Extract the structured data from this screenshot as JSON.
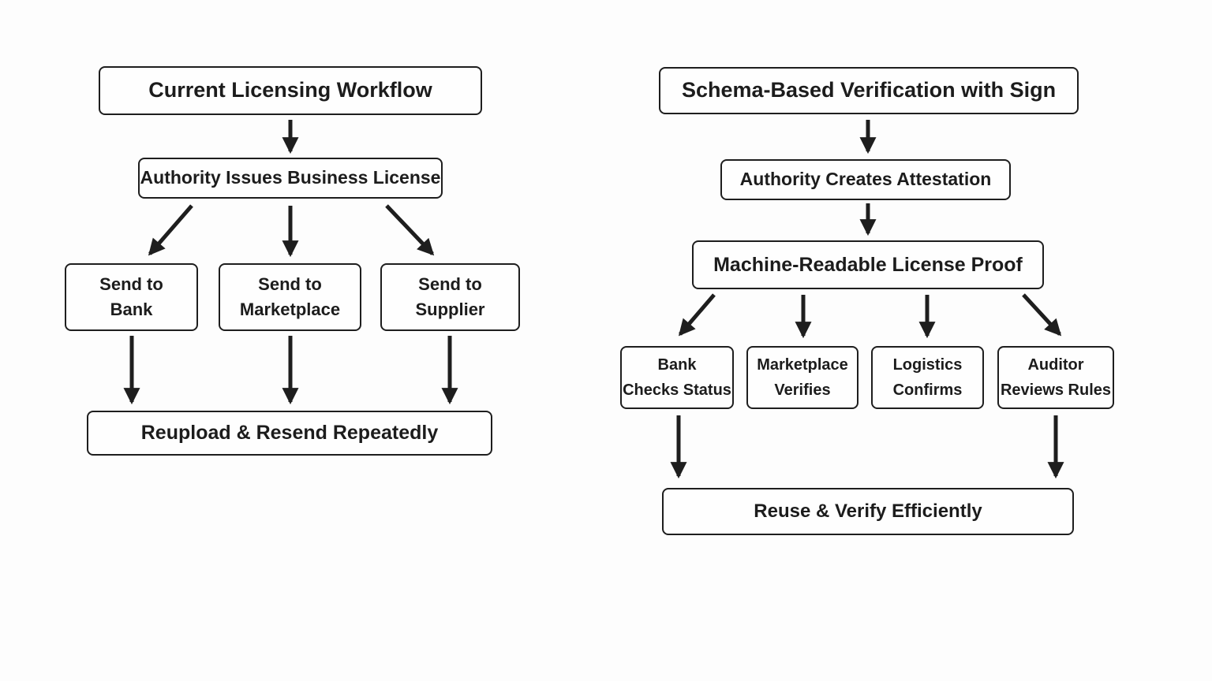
{
  "ui": {
    "background_color": "#fdfdfd",
    "ink_color": "#1e1e1e"
  },
  "left_flow": {
    "title": "Current Licensing Workflow",
    "issue": "Authority Issues Business License",
    "send_bank": {
      "line1": "Send to",
      "line2": "Bank"
    },
    "send_marketplace": {
      "line1": "Send to",
      "line2": "Marketplace"
    },
    "send_supplier": {
      "line1": "Send to",
      "line2": "Supplier"
    },
    "result": "Reupload & Resend Repeatedly"
  },
  "right_flow": {
    "title": "Schema-Based Verification with Sign",
    "attestation": "Authority Creates Attestation",
    "proof": "Machine-Readable License Proof",
    "bank": {
      "line1": "Bank",
      "line2": "Checks Status"
    },
    "marketplace": {
      "line1": "Marketplace",
      "line2": "Verifies"
    },
    "logistics": {
      "line1": "Logistics",
      "line2": "Confirms"
    },
    "auditor": {
      "line1": "Auditor",
      "line2": "Reviews Rules"
    },
    "result": "Reuse & Verify Efficiently"
  }
}
